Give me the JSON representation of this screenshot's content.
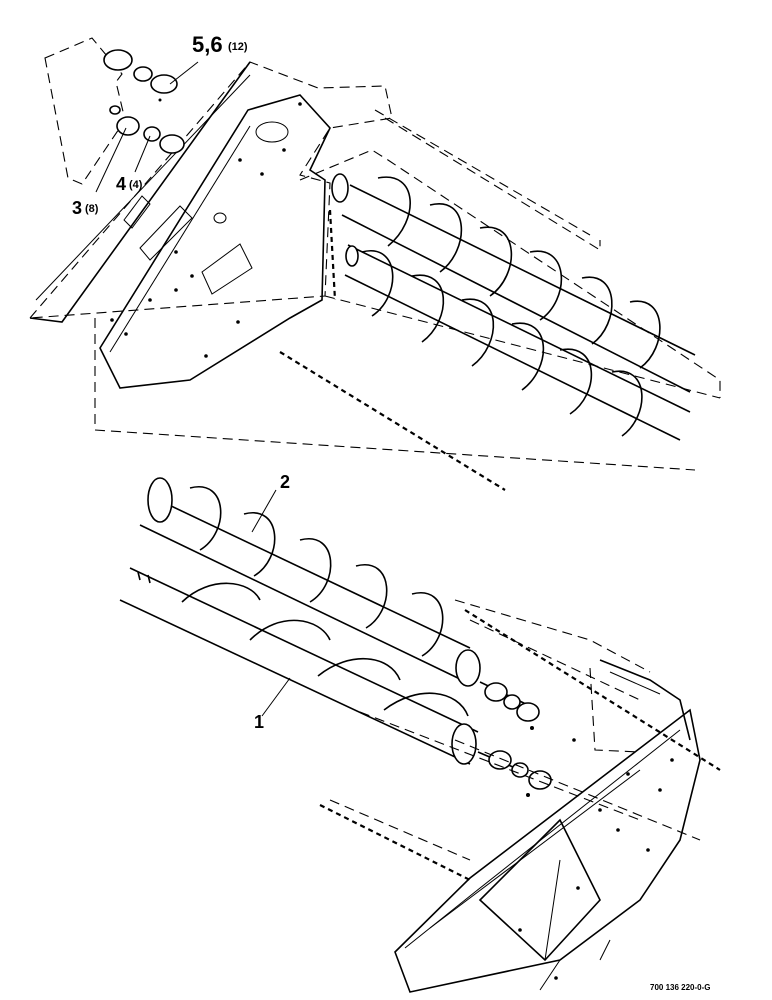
{
  "callouts": [
    {
      "id": "1",
      "label": "1",
      "qty": ""
    },
    {
      "id": "2",
      "label": "2",
      "qty": ""
    },
    {
      "id": "3",
      "label": "3",
      "qty": "(8)"
    },
    {
      "id": "4",
      "label": "4",
      "qty": "(4)"
    },
    {
      "id": "5-6",
      "label": "5,6",
      "qty": "(12)"
    }
  ],
  "figure_number": "700 136 220-0-G",
  "colors": {
    "ink": "#000000",
    "paper": "#ffffff"
  }
}
